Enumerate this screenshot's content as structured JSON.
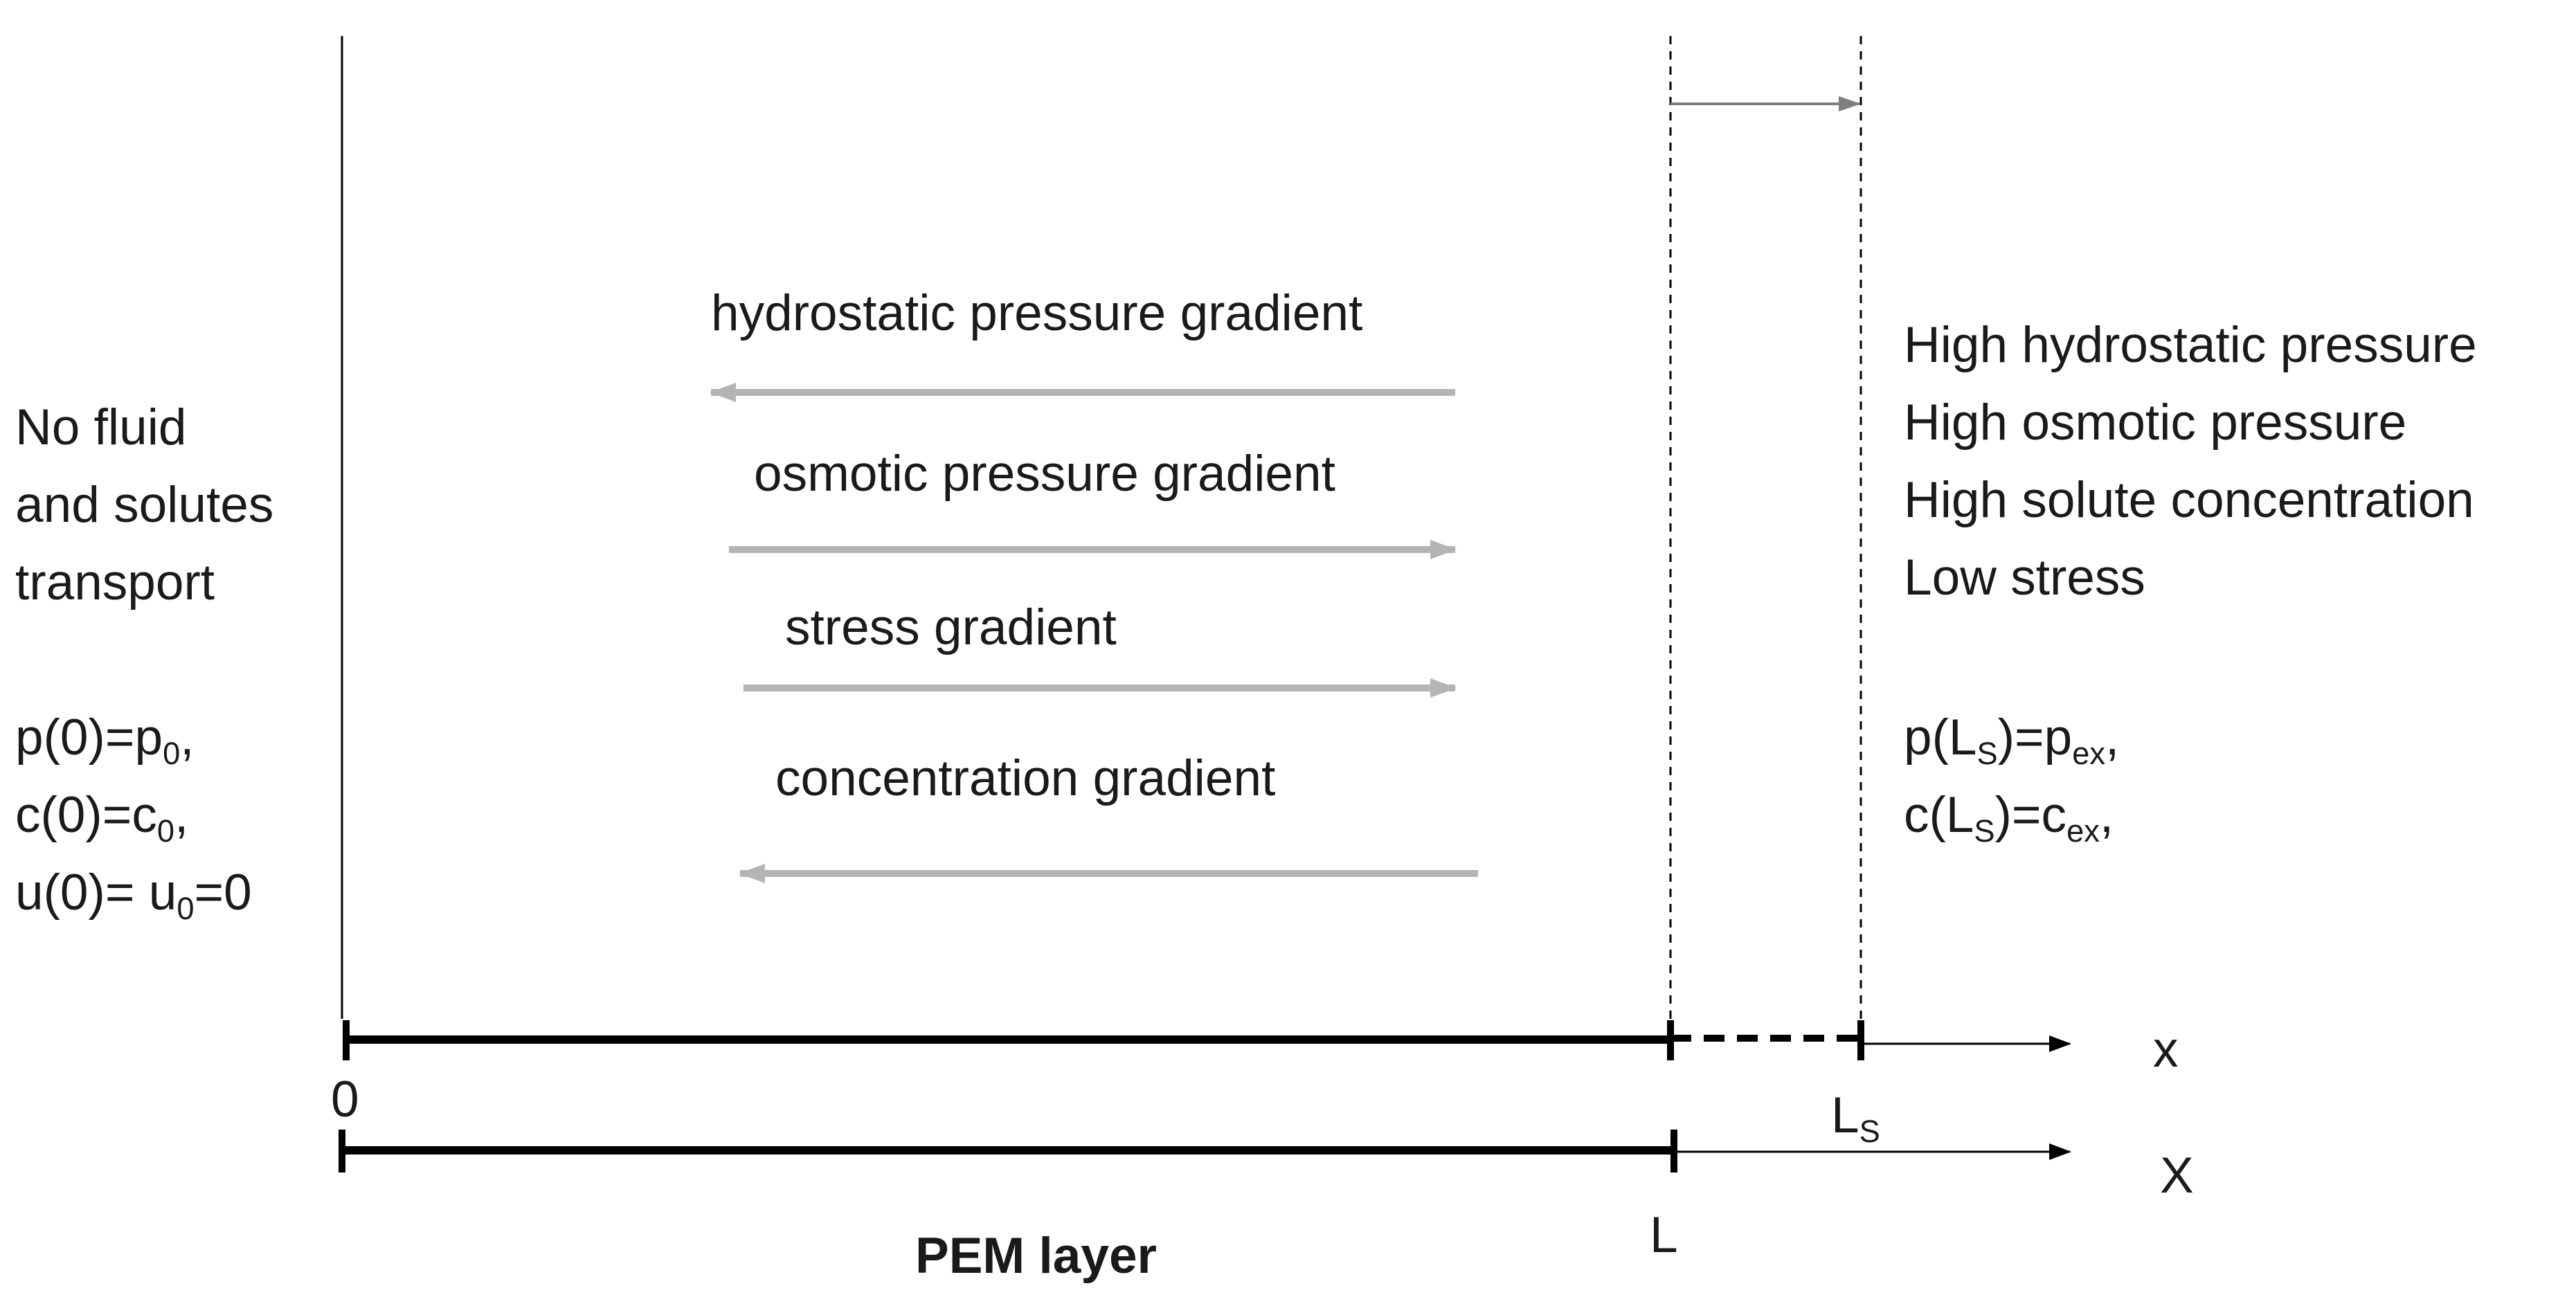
{
  "left_panel": {
    "lines": [
      "No fluid",
      "and solutes",
      "transport"
    ],
    "bc": {
      "p_prefix": "p(0)=p",
      "p_sub": "0",
      "p_suffix": ",",
      "c_prefix": "c(0)=c",
      "c_sub": "0",
      "c_suffix": ",",
      "u_prefix": "u(0)= u",
      "u_sub": "0",
      "u_suffix": "=0"
    }
  },
  "gradients": [
    {
      "label": "hydrostatic pressure gradient",
      "direction": "left"
    },
    {
      "label": "osmotic pressure gradient",
      "direction": "right"
    },
    {
      "label": "stress gradient",
      "direction": "right"
    },
    {
      "label": "concentration gradient",
      "direction": "left"
    }
  ],
  "right_panel": {
    "lines": [
      "High hydrostatic pressure",
      "High osmotic pressure",
      "High solute concentration",
      "Low stress"
    ],
    "bc": {
      "p_prefix": "p(L",
      "p_sub1": "S",
      "p_mid": ")=p",
      "p_sub2": "ex",
      "p_suffix": ",",
      "c_prefix": "c(L",
      "c_sub1": "S",
      "c_mid": ")=c",
      "c_sub2": "ex",
      "c_suffix": ","
    }
  },
  "axes": {
    "x_label": "x",
    "X_label": "X",
    "origin_label": "0",
    "Ls_main": "L",
    "Ls_sub": "S",
    "L_label": "L",
    "layer_label": "PEM layer"
  },
  "colors": {
    "axis": "#000000",
    "gradient_arrow": "#b4b4b4",
    "displacement_arrow": "#7f7f7f",
    "text": "#1a1a1a"
  }
}
